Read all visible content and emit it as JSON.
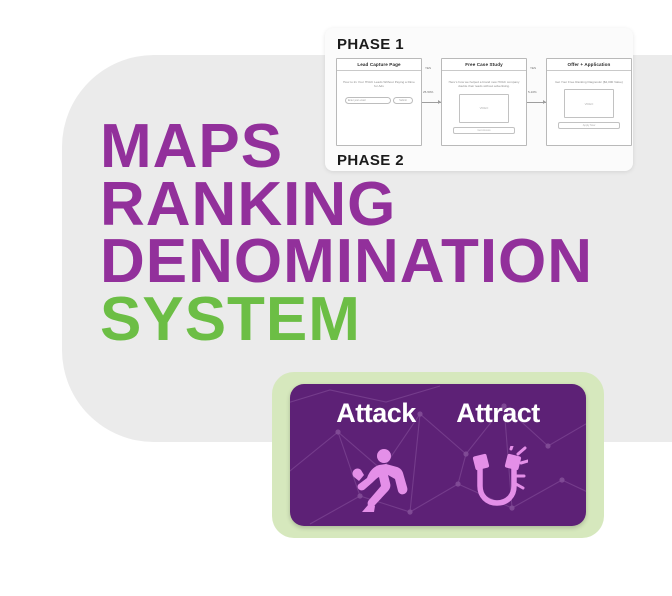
{
  "colors": {
    "brand_purple": "#92309b",
    "brand_green": "#6cbe45",
    "panel_gray": "#ebebeb",
    "card_purple": "#5d2176",
    "card_green_border": "#d6e8bd",
    "icon_pink": "#e48fe8",
    "page_background": "#ffffff"
  },
  "headline": {
    "line_1": "MAPS",
    "line_2": "RANKING",
    "line_3": "DENOMINATION",
    "line_4": "SYSTEM"
  },
  "flowchart": {
    "phase_1_label": "PHASE 1",
    "phase_2_label": "PHASE 2",
    "steps": [
      {
        "title": "Lead Capture Page",
        "copy": "How to 2x Your HVAC Leads Without Paying a Dime for Ads",
        "input_placeholder": "Enter your email",
        "button_label": "Submit"
      },
      {
        "title": "Free Case Study",
        "copy": "Here's how we helped a brand new HVAC company double their leads without advertising.",
        "media_label": "VIDEO",
        "cta_label": "Get Access"
      },
      {
        "title": "Offer + Application",
        "copy": "Get Your Free Ranking Diagnostic ($2,000 Value)",
        "media_label": "VIDEO",
        "cta_label": "Apply Now"
      }
    ],
    "connectors": [
      {
        "yes_label": "YES",
        "rate_label": "25-50%"
      },
      {
        "yes_label": "YES",
        "rate_label": "5-10%"
      }
    ]
  },
  "attract_card": {
    "left_label": "Attack",
    "left_icon": "running-person-icon",
    "right_label": "Attract",
    "right_icon": "magnet-icon"
  }
}
